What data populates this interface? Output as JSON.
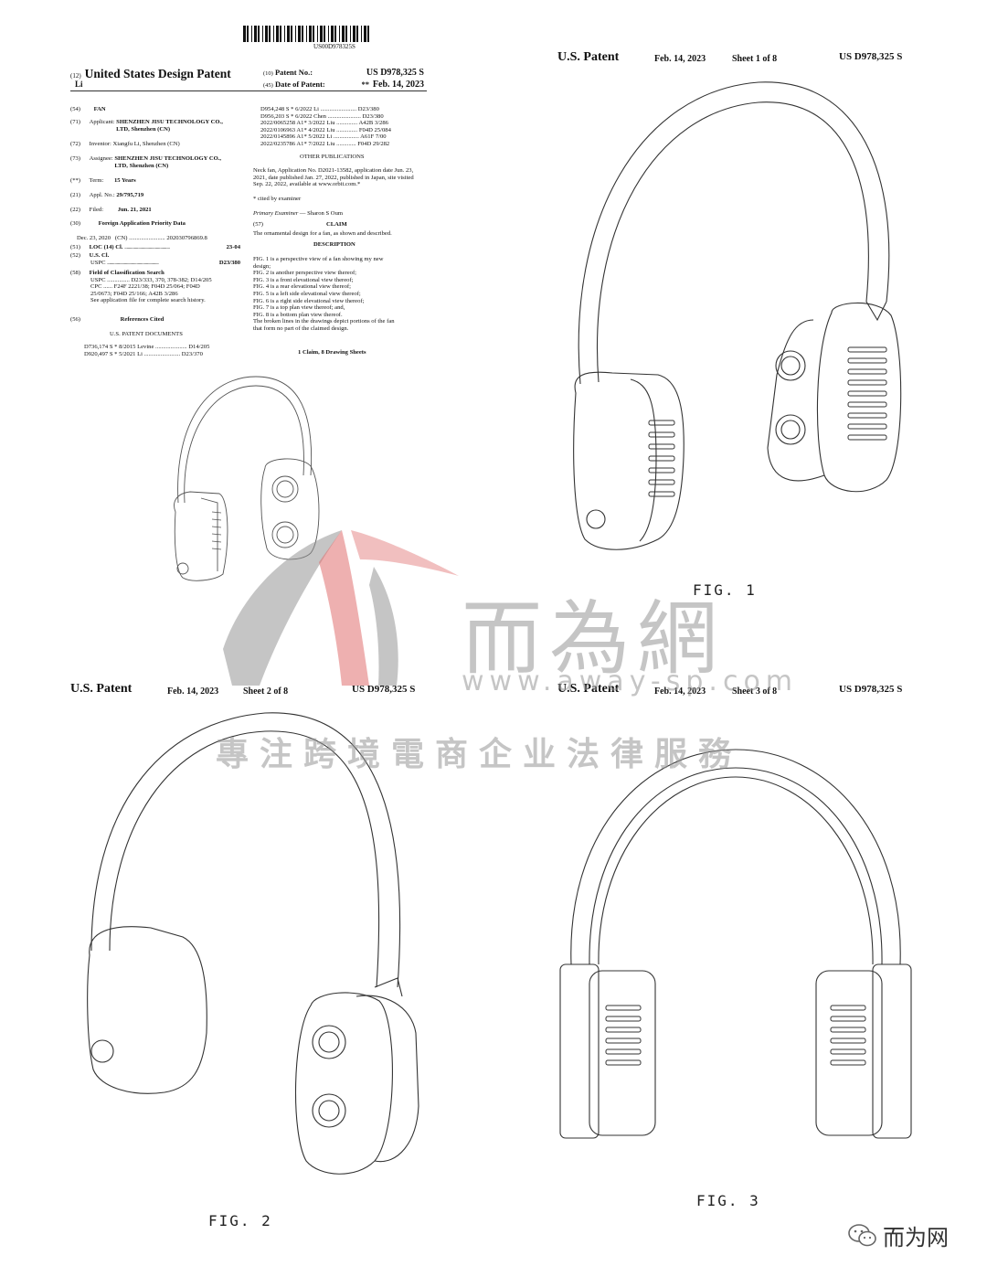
{
  "front_page": {
    "barcode_text": "US00D978325S",
    "type_num": "(12)",
    "type_title": "United States Design Patent",
    "inventor_short": "Li",
    "patent_no_num": "(10)",
    "patent_no_label": "Patent No.:",
    "patent_no_value": "US D978,325 S",
    "date_num": "(45)",
    "date_label": "Date of Patent:",
    "date_stars": "**",
    "date_value": "Feb. 14, 2023",
    "fields": [
      {
        "num": "(54)",
        "label": "",
        "value": "FAN"
      },
      {
        "num": "(71)",
        "label": "Applicant:",
        "value": "SHENZHEN JISU TECHNOLOGY CO., LTD, Shenzhen (CN)"
      },
      {
        "num": "(72)",
        "label": "Inventor:",
        "value": "Xiangfu Li, Shenzhen (CN)"
      },
      {
        "num": "(73)",
        "label": "Assignee:",
        "value": "SHENZHEN JISU TECHNOLOGY CO., LTD, Shenzhen (CN)"
      },
      {
        "num": "(**)",
        "label": "Term:",
        "value": "15 Years"
      },
      {
        "num": "(21)",
        "label": "Appl. No.:",
        "value": "29/795,719"
      },
      {
        "num": "(22)",
        "label": "Filed:",
        "value": "Jun. 21, 2021"
      },
      {
        "num": "(30)",
        "label": "",
        "value": "Foreign Application Priority Data"
      }
    ],
    "priority_line": "Dec. 23, 2020   (CN) ........................ 202030796869.8",
    "loc_num": "(51)",
    "loc_label": "LOC (14) Cl.",
    "loc_value": "23-04",
    "uscl_num": "(52)",
    "uscl_label": "U.S. Cl.",
    "uscl_sub": "USPC",
    "uscl_value": "D23/380",
    "field_search_num": "(58)",
    "field_search_label": "Field of Classification Search",
    "field_search_lines": [
      "USPC ............... D23/333, 370, 378-382; D14/205",
      "CPC ...... F24F 2221/38; F04D 25/064; F04D",
      "25/0673; F04D 25/166; A42B 3/286",
      "See application file for complete search history."
    ],
    "refs_num": "(56)",
    "refs_label": "References Cited",
    "us_docs_label": "U.S. PATENT DOCUMENTS",
    "us_docs": [
      "D736,174 S  *   8/2015  Levine ..................... D14/205",
      "D920,497 S  *   5/2021  Li ........................ D23/370"
    ],
    "right_refs": [
      "D954,248 S  *   6/2022  Li ........................ D23/380",
      "D956,203 S  *   6/2022  Chen ...................... D23/380",
      "2022/0065258  A1*   3/2022  Liu .............. A42B 3/286",
      "2022/0106963  A1*   4/2022  Liu .............. F04D 25/084",
      "2022/0145896  A1*   5/2022  Li ................. A61F 7/00",
      "2022/0235786  A1*   7/2022  Liu ............. F04D 29/282"
    ],
    "other_pubs_label": "OTHER PUBLICATIONS",
    "other_pubs_lines": [
      "Neck fan, Application No. D2021-13582, application date Jun. 23,",
      "2021, date published Jan. 27, 2022, published in Japan, site visited",
      "Sep. 22, 2022, available at www.orbit.com.*"
    ],
    "cited_note": "* cited by examiner",
    "examiner_label": "Primary Examiner",
    "examiner_name": "— Sharon S Oum",
    "claim_num": "(57)",
    "claim_label": "CLAIM",
    "claim_text": "The ornamental design for a fan, as shown and described.",
    "description_label": "DESCRIPTION",
    "description_lines": [
      "FIG. 1 is a perspective view of a fan showing my new",
      "design;",
      "FIG. 2 is another perspective view thereof;",
      "FIG. 3 is a front elevational view thereof;",
      "FIG. 4 is a rear elevational view thereof;",
      "FIG. 5 is a left side elevational view thereof;",
      "FIG. 6 is a right side elevational view thereof;",
      "FIG. 7 is a top plan view thereof; and,",
      "FIG. 8 is a bottom plan view thereof.",
      "The broken lines in the drawings depict portions of the fan",
      "that form no part of the claimed design."
    ],
    "claims_sheets": "1 Claim, 8 Drawing Sheets"
  },
  "sheets": [
    {
      "patent": "U.S. Patent",
      "date": "Feb. 14, 2023",
      "sheet": "Sheet 1 of 8",
      "number": "US D978,325 S",
      "fig": "FIG. 1"
    },
    {
      "patent": "U.S. Patent",
      "date": "Feb. 14, 2023",
      "sheet": "Sheet 2 of 8",
      "number": "US D978,325 S",
      "fig": "FIG. 2"
    },
    {
      "patent": "U.S. Patent",
      "date": "Feb. 14, 2023",
      "sheet": "Sheet 3 of 8",
      "number": "US D978,325 S",
      "fig": "FIG. 3"
    }
  ],
  "watermark": {
    "brand_cn": "而為網",
    "url": "www.away-sp.com",
    "slogan": "專注跨境電商企业法律服務",
    "logo_color": "#e07070",
    "gray_color": "#9a9a9a"
  },
  "footer_badge": {
    "icon": "wechat-icon",
    "text": "而为网"
  }
}
